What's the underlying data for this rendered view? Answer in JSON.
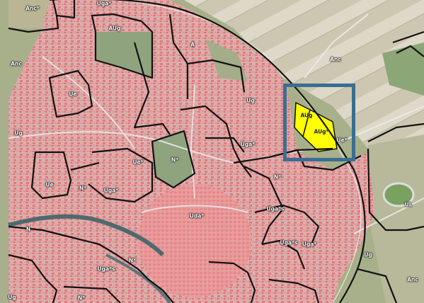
{
  "map": {
    "colors": {
      "background": "#a7b08a",
      "fields": "#c6c1ac",
      "fields_light": "#ddd8c8",
      "fields_green": "#8ca677",
      "urban": "#d4a3a3",
      "buildings": "#e8787c",
      "streets": "#ececec",
      "boundary": "#111111",
      "highlight_fill": "#ffff00",
      "highlight_box": "#3a6e92",
      "river": "#4e6a6e"
    },
    "labels": [
      {
        "id": "anc-top-left",
        "text": "Anc*"
      },
      {
        "id": "uga-top",
        "text": "Uga*"
      },
      {
        "id": "aug-top",
        "text": "AUg"
      },
      {
        "id": "a-north",
        "text": "A"
      },
      {
        "id": "anc-left",
        "text": "Anc"
      },
      {
        "id": "ue-left",
        "text": "Ue"
      },
      {
        "id": "ug-left",
        "text": "Ug"
      },
      {
        "id": "ug-center-right",
        "text": "Ug"
      },
      {
        "id": "anc-right",
        "text": "Anc"
      },
      {
        "id": "aug-yellow-1",
        "text": "AUg"
      },
      {
        "id": "aug-yellow-2",
        "text": "AUg*"
      },
      {
        "id": "ue-right",
        "text": "Ue*"
      },
      {
        "id": "uga-center",
        "text": "Uga*"
      },
      {
        "id": "n-center-right",
        "text": "N*"
      },
      {
        "id": "ue-center",
        "text": "Ue*"
      },
      {
        "id": "n-center",
        "text": "N*"
      },
      {
        "id": "ue-west",
        "text": "Ue"
      },
      {
        "id": "n-west",
        "text": "N*"
      },
      {
        "id": "uga-west",
        "text": "Uga*"
      },
      {
        "id": "uda-center",
        "text": "Uda*"
      },
      {
        "id": "ugas-right",
        "text": "Uga*s"
      },
      {
        "id": "ul-right",
        "text": "UL"
      },
      {
        "id": "n-left",
        "text": "N"
      },
      {
        "id": "ugas-south",
        "text": "Uga*s"
      },
      {
        "id": "uga-south",
        "text": "Uga*"
      },
      {
        "id": "ug-south-right",
        "text": "Ug"
      },
      {
        "id": "ugas-southwest",
        "text": "Uga*s"
      },
      {
        "id": "n-south",
        "text": "N*"
      },
      {
        "id": "n-southwest",
        "text": "N*"
      },
      {
        "id": "ug-bottom-left",
        "text": "Ug"
      },
      {
        "id": "anc-bottom-right",
        "text": "Anc"
      }
    ]
  }
}
